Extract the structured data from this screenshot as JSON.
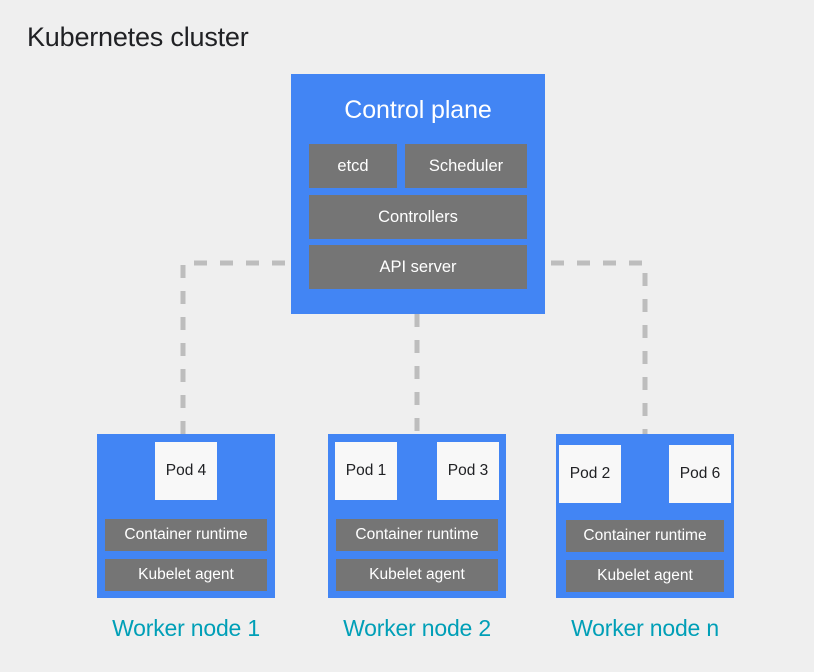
{
  "page": {
    "title": "Kubernetes cluster",
    "background_color": "#efefef",
    "title_color": "#202124"
  },
  "colors": {
    "node_blue": "#4285f4",
    "component_gray": "#757575",
    "pod_white": "#f8f8f8",
    "label_teal": "#009fb7",
    "connector_gray": "#bdbdbd"
  },
  "control_plane": {
    "title": "Control plane",
    "components": [
      {
        "label": "etcd"
      },
      {
        "label": "Scheduler"
      },
      {
        "label": "Controllers"
      },
      {
        "label": "API server"
      }
    ]
  },
  "worker_nodes": [
    {
      "label": "Worker node 1",
      "pods": [
        {
          "label": "Pod 4"
        }
      ],
      "runtime": "Container runtime",
      "kubelet": "Kubelet agent"
    },
    {
      "label": "Worker node 2",
      "pods": [
        {
          "label": "Pod 1"
        },
        {
          "label": "Pod 3"
        }
      ],
      "runtime": "Container runtime",
      "kubelet": "Kubelet agent"
    },
    {
      "label": "Worker node n",
      "pods": [
        {
          "label": "Pod 2"
        },
        {
          "label": "Pod 6"
        }
      ],
      "runtime": "Container runtime",
      "kubelet": "Kubelet agent"
    }
  ],
  "connections": [
    {
      "from": "API server",
      "to": "Worker node 1",
      "style": "dashed"
    },
    {
      "from": "API server",
      "to": "Worker node 2",
      "style": "dashed"
    },
    {
      "from": "API server",
      "to": "Worker node n",
      "style": "dashed"
    }
  ]
}
